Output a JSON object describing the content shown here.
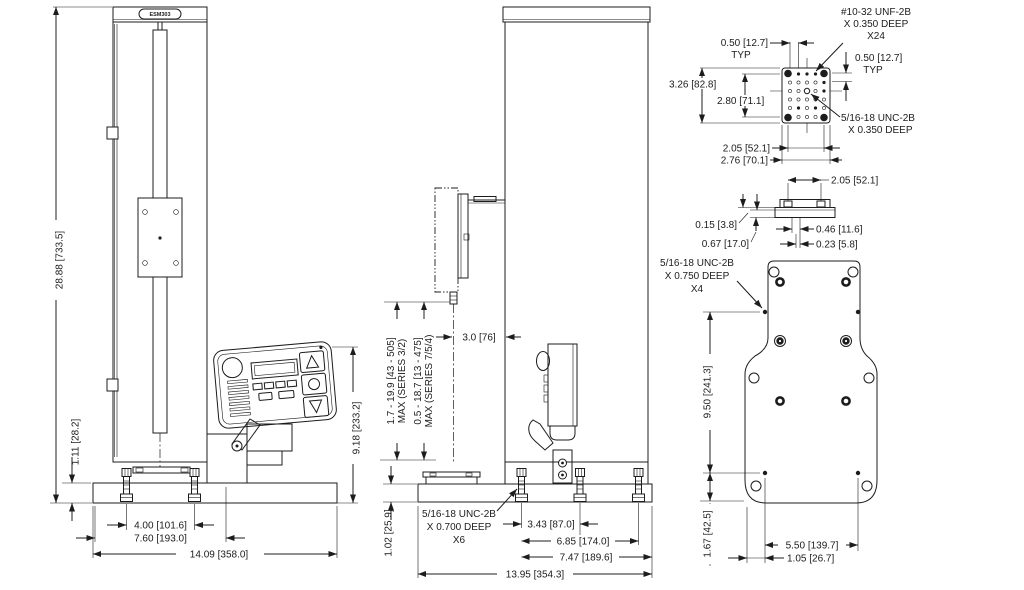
{
  "drawing": {
    "model_label": "ESM303",
    "colors": {
      "line": "#1c1c1c",
      "background": "#ffffff"
    },
    "front": {
      "height": "28.88 [733.5]",
      "base_height": "1.11 [28.2]",
      "panel_height": "9.18 [233.2]",
      "foot_span": "4.00 [101.6]",
      "column_width": "7.60 [193.0]",
      "base_width": "14.09 [358.0]"
    },
    "side": {
      "travel_a1": "1.7 - 19.9 [43 - 505]",
      "travel_a2": "MAX (SERIES 3/2)",
      "travel_b1": "0.5 - 18.7 [13 - 475]",
      "travel_b2": "MAX (SERIES 7/5/4)",
      "throat": "3.0 [76]",
      "base_thickness": "1.02 [25.9]",
      "thread_note_1": "5/16-18 UNC-2B",
      "thread_note_2": "X 0.700 DEEP",
      "thread_note_3": "X6",
      "foot_a": "3.43 [87.0]",
      "foot_b": "6.85 [174.0]",
      "foot_c": "7.47 [189.6]",
      "base_width": "13.95 [354.3]"
    },
    "plate": {
      "note24_1": "#10-32 UNF-2B",
      "note24_2": "X 0.350 DEEP",
      "note24_3": "X24",
      "typ_left_1": "0.50 [12.7]",
      "typ_left_2": "TYP",
      "typ_right_1": "0.50 [12.7]",
      "typ_right_2": "TYP",
      "height": "3.26 [82.8]",
      "hole_rows": "2.80 [71.1]",
      "center_note_1": "5/16-18 UNC-2B",
      "center_note_2": "X 0.350 DEEP",
      "hole_cols": "2.05 [52.1]",
      "width": "2.76 [70.1]"
    },
    "profile": {
      "stud_span": "2.05 [52.1]",
      "lip": "0.15 [3.8]",
      "thickness": "0.67 [17.0]",
      "offset_a": "0.46 [11.6]",
      "offset_b": "0.23 [5.8]"
    },
    "baseplate": {
      "note4_1": "5/16-18 UNC-2B",
      "note4_2": "X 0.750 DEEP",
      "note4_3": "X4",
      "hole_span_v": "9.50 [241.3]",
      "edge_v": "1.67 [42.5]",
      "hole_span_h": "5.50 [139.7]",
      "edge_h": "1.05 [26.7]"
    }
  }
}
